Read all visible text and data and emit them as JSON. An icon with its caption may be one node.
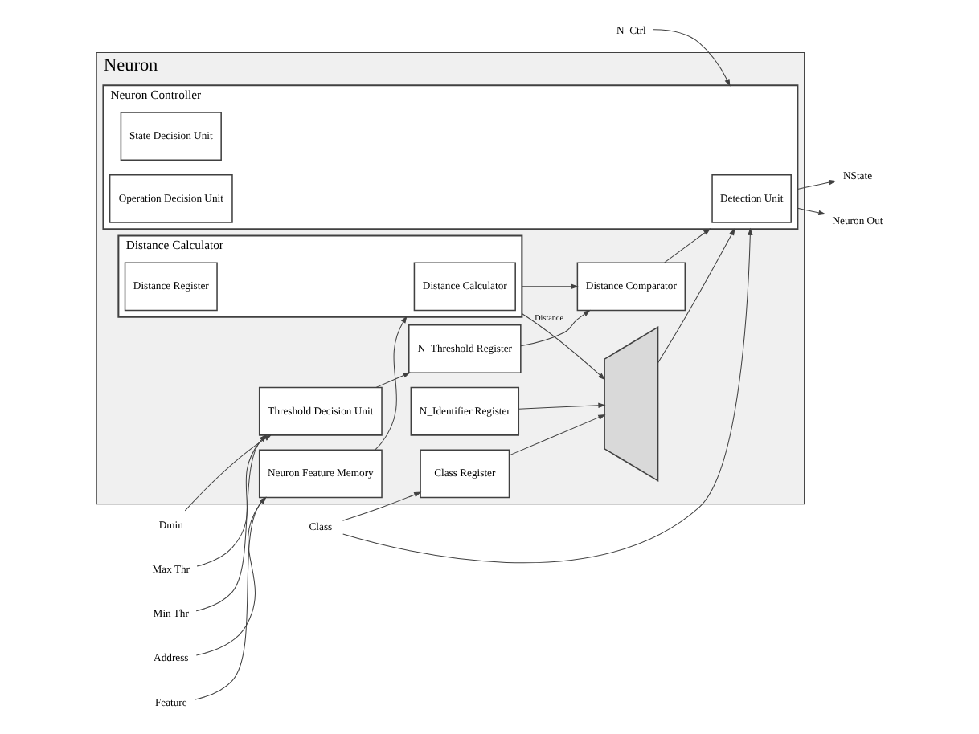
{
  "diagram": {
    "nodes": [
      {
        "text": [
          "Neuron"
        ]
      },
      {
        "text": [
          "N_Ctrl"
        ]
      },
      {
        "text": [
          "Dmin"
        ]
      },
      {
        "text": [
          "Max Thr"
        ]
      },
      {
        "text": [
          "Min Thr"
        ]
      },
      {
        "text": [
          "Threshold Decision Unit"
        ],
        "in": 0
      },
      {
        "text": [
          "N_Threshold Register"
        ],
        "in": 0
      },
      {
        "text": [
          "Distance Comparator"
        ],
        "in": 0
      },
      {
        "text": [
          "Neuron Controller"
        ],
        "in": 0
      },
      {
        "text": [
          "Detection Unit"
        ],
        "in": 8
      },
      {
        "text": [
          "State Decision Unit"
        ],
        "in": 8
      },
      {
        "text": [
          "Operation Decision Unit"
        ],
        "in": 8
      },
      {
        "text": [
          "Neuron Feature Memory"
        ],
        "in": 0
      },
      {
        "text": [
          "Distance Calculator"
        ],
        "in": 0
      },
      {
        "text": [
          "Distance Calculator"
        ],
        "in": 13
      },
      {
        "text": [
          "Distance Register"
        ],
        "in": 13
      },
      {
        "text": [
          "Address"
        ]
      },
      {
        "text": [
          "Feature"
        ]
      },
      {
        "text": [
          "N_Identifier Register"
        ],
        "in": 0
      },
      {
        "text": [
          "Class"
        ]
      },
      {
        "text": [
          "Class Register"
        ],
        "in": 0
      },
      {
        "text": [],
        "shape": "trapezoid",
        "in": 0
      },
      {
        "text": [
          "NState"
        ]
      },
      {
        "text": [
          "Neuron Out"
        ]
      }
    ],
    "edges": [
      {
        "from": 1,
        "to": 8,
        "arrow": "to"
      },
      {
        "from": 2,
        "to": 5,
        "arrow": "to"
      },
      {
        "from": 3,
        "to": 5,
        "arrow": "to"
      },
      {
        "from": 4,
        "to": 5,
        "arrow": "to"
      },
      {
        "from": 5,
        "to": 6,
        "arrow": "to"
      },
      {
        "from": 6,
        "to": 7,
        "arrow": "to"
      },
      {
        "from": 7,
        "to": 8,
        "arrow": "to"
      },
      {
        "from": 16,
        "to": 12,
        "arrow": "to"
      },
      {
        "from": 17,
        "to": 12,
        "arrow": "to"
      },
      {
        "from": 12,
        "to": 13,
        "arrow": "to"
      },
      {
        "from": 13,
        "to": 7,
        "arrow": "to"
      },
      {
        "from": 13,
        "to": 21,
        "arrow": "to",
        "label": "Distance"
      },
      {
        "from": 18,
        "to": 21,
        "arrow": "to"
      },
      {
        "from": 19,
        "to": 20,
        "arrow": "to"
      },
      {
        "from": 19,
        "to": 8,
        "arrow": "to"
      },
      {
        "from": 20,
        "to": 21,
        "arrow": "to"
      },
      {
        "from": 21,
        "to": 8,
        "arrow": "to"
      },
      {
        "from": 8,
        "to": 22,
        "arrow": "to"
      },
      {
        "from": 8,
        "to": 23,
        "arrow": "to"
      }
    ]
  }
}
